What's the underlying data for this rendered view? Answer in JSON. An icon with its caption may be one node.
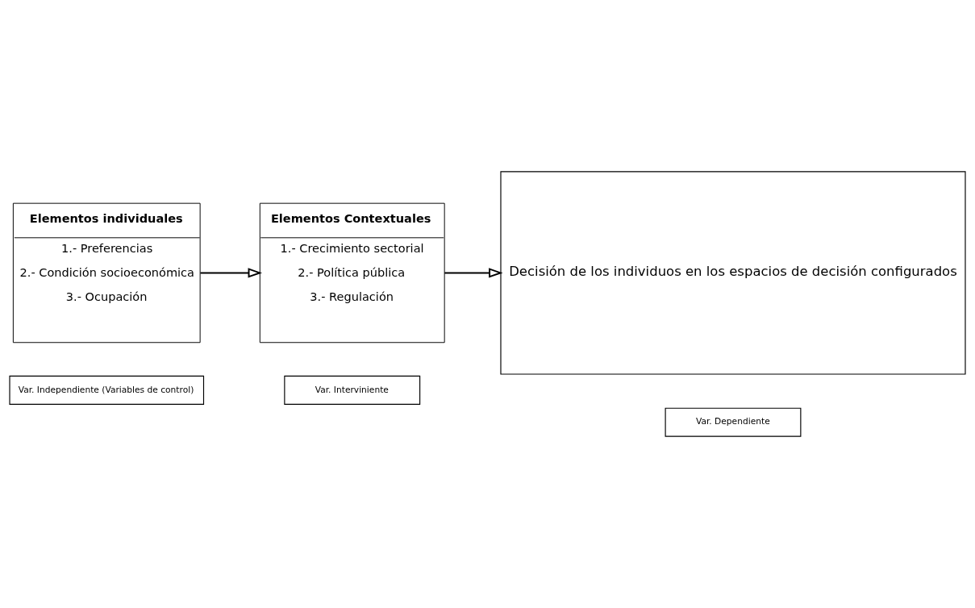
{
  "diagram": {
    "nodes": [
      {
        "text": [
          "Var. Independiente (Variables de control)"
        ]
      },
      {
        "text": [
          "Var. Interviniente"
        ]
      },
      {
        "text": [
          "Var. Dependiente"
        ]
      },
      {
        "text": [
          "Elementos individuales",
          "1.- Preferencias",
          "2.- Condición socioeconómica",
          "3.- Ocupación"
        ]
      },
      {
        "text": [
          "Elementos Contextuales",
          "1.- Crecimiento sectorial",
          "2.- Política pública",
          "3.- Regulación"
        ]
      },
      {
        "text": [
          "Decisión de los individuos en los espacios de decisión configurados"
        ]
      }
    ],
    "edges": [
      {
        "from": 3,
        "to": 4,
        "arrow": "to"
      },
      {
        "from": 4,
        "to": 5,
        "arrow": "to"
      }
    ]
  }
}
